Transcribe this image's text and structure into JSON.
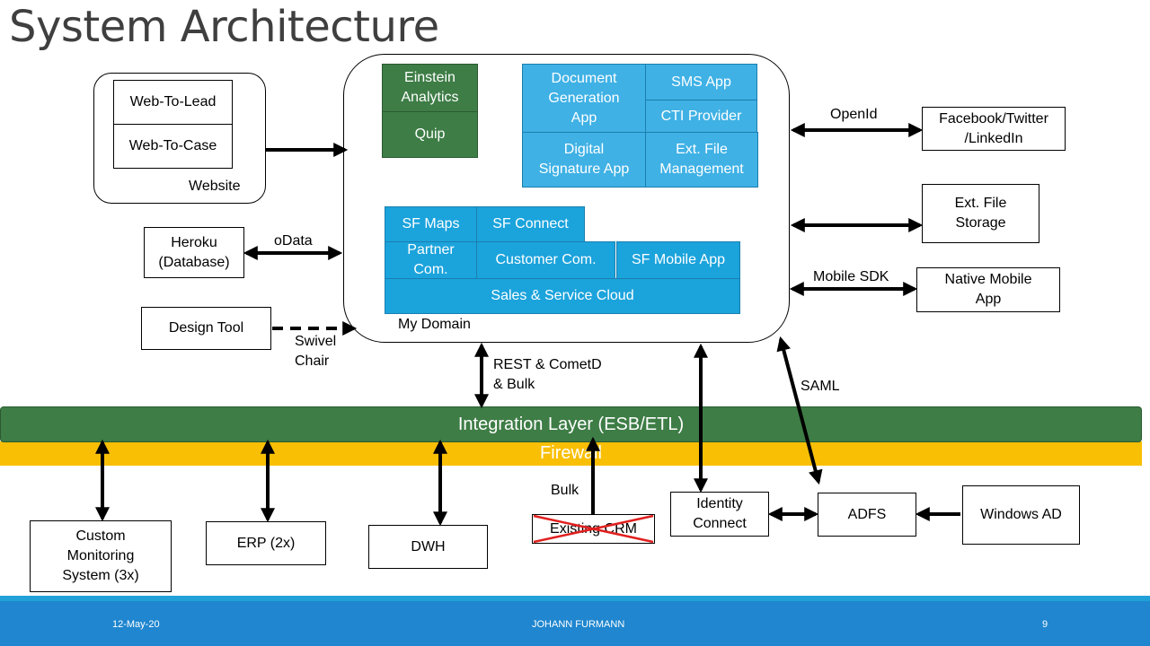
{
  "title": "System Architecture",
  "left": {
    "web_to_lead": "Web-To-Lead",
    "web_to_case": "Web-To-Case",
    "website": "Website",
    "heroku_l1": "Heroku",
    "heroku_l2": "(Database)",
    "odata": "oData",
    "design_tool": "Design Tool",
    "swivel_l1": "Swivel",
    "swivel_l2": "Chair"
  },
  "domain": {
    "my_domain": "My Domain",
    "einstein_l1": "Einstein",
    "einstein_l2": "Analytics",
    "quip": "Quip",
    "docgen_l1": "Document",
    "docgen_l2": "Generation",
    "docgen_l3": "App",
    "sms": "SMS App",
    "cti": "CTI Provider",
    "digsig_l1": "Digital",
    "digsig_l2": "Signature App",
    "extfilemgmt_l1": "Ext. File",
    "extfilemgmt_l2": "Management",
    "sf_maps": "SF Maps",
    "sf_connect": "SF Connect",
    "partner_l1": "Partner",
    "partner_l2": "Com.",
    "customer_com": "Customer Com.",
    "sf_mobile": "SF Mobile App",
    "sales_service": "Sales & Service Cloud"
  },
  "right": {
    "openid": "OpenId",
    "facebook_l1": "Facebook/Twitter",
    "facebook_l2": "/LinkedIn",
    "extstorage_l1": "Ext. File",
    "extstorage_l2": "Storage",
    "mobile_sdk": "Mobile SDK",
    "native_l1": "Native Mobile",
    "native_l2": "App",
    "saml": "SAML"
  },
  "middle": {
    "rest_l1": "REST & CometD",
    "rest_l2": "& Bulk",
    "integration": "Integration Layer (ESB/ETL)",
    "firewall": "Firewall",
    "bulk": "Bulk"
  },
  "bottom": {
    "custom_l1": "Custom",
    "custom_l2": "Monitoring",
    "custom_l3": "System (3x)",
    "erp": "ERP (2x)",
    "dwh": "DWH",
    "existing_crm": "Existing CRM",
    "identity_l1": "Identity",
    "identity_l2": "Connect",
    "adfs": "ADFS",
    "windows_ad": "Windows AD"
  },
  "footer": {
    "date": "12-May-20",
    "author": "JOHANN FURMANN",
    "page": "9"
  },
  "colors": {
    "integration_green": "#3e7d46",
    "firewall_yellow": "#f9bf05",
    "salesforce_blue": "#1ba3dc",
    "footer_blue": "#1f86cf",
    "strike_red": "#e0201f"
  }
}
